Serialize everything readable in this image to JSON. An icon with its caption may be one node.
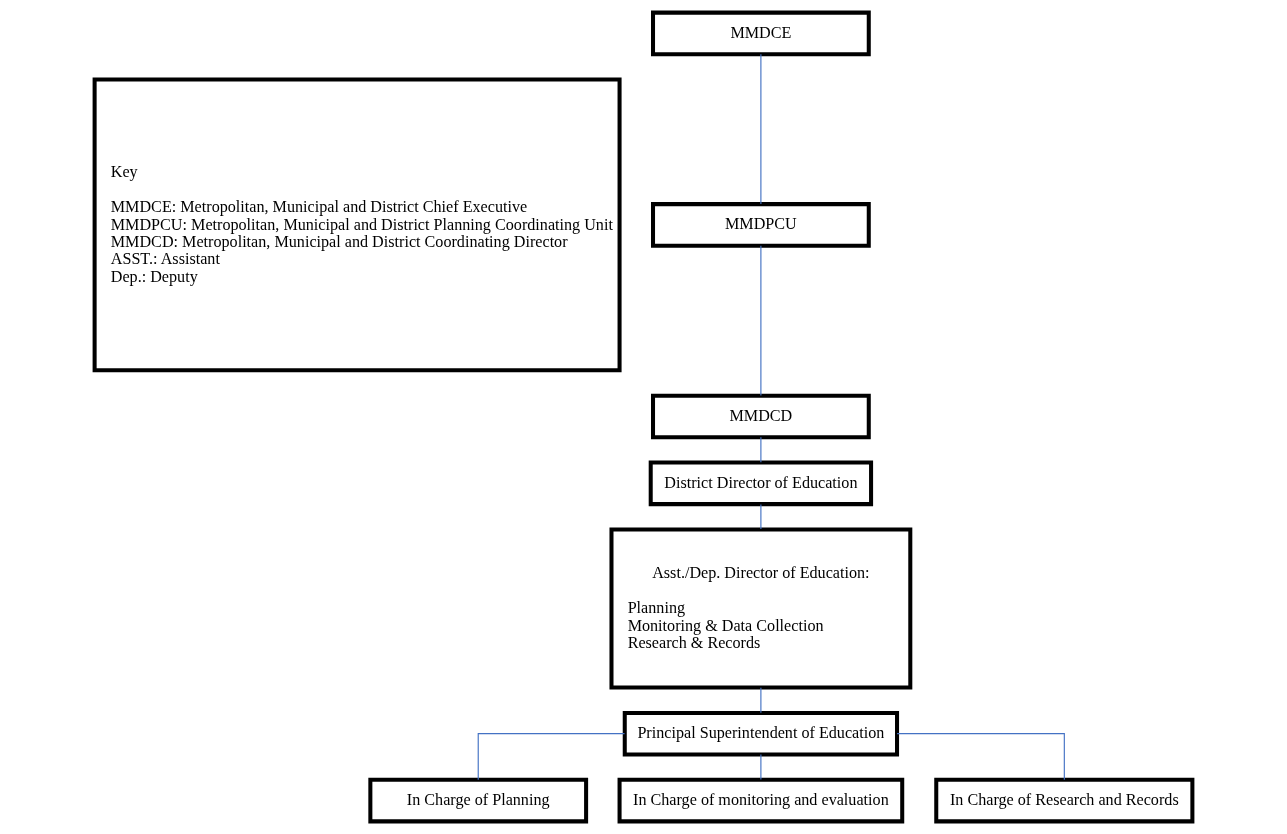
{
  "diagram": {
    "nodes": [
      {
        "text": [
          "MMDCE"
        ]
      },
      {
        "text": [
          "MMDPCU"
        ]
      },
      {
        "text": [
          "MMDCD"
        ]
      },
      {
        "text": [
          "District Director of Education"
        ]
      },
      {
        "text": [
          "Asst./Dep. Director of Education:",
          "Planning",
          "Monitoring & Data Collection",
          "Research & Records"
        ]
      },
      {
        "text": [
          "Principal Superintendent of Education"
        ]
      },
      {
        "text": [
          "In Charge of Planning"
        ]
      },
      {
        "text": [
          "In Charge of monitoring and evaluation"
        ]
      },
      {
        "text": [
          "In Charge of Research and Records"
        ]
      },
      {
        "text": [
          "Key",
          "MMDCE: Metropolitan, Municipal and District Chief Executive",
          "MMDPCU: Metropolitan, Municipal and District Planning Coordinating Unit",
          "MMDCD: Metropolitan, Municipal and District Coordinating Director",
          "ASST.: Assistant",
          "Dep.: Deputy"
        ]
      }
    ],
    "edges": [
      {
        "from": 0,
        "to": 1,
        "arrow": "none"
      },
      {
        "from": 1,
        "to": 2,
        "arrow": "none"
      },
      {
        "from": 2,
        "to": 3,
        "arrow": "none"
      },
      {
        "from": 3,
        "to": 4,
        "arrow": "none"
      },
      {
        "from": 4,
        "to": 5,
        "arrow": "none"
      },
      {
        "from": 5,
        "to": 6,
        "arrow": "none"
      },
      {
        "from": 5,
        "to": 7,
        "arrow": "none"
      },
      {
        "from": 5,
        "to": 8,
        "arrow": "none"
      }
    ]
  }
}
